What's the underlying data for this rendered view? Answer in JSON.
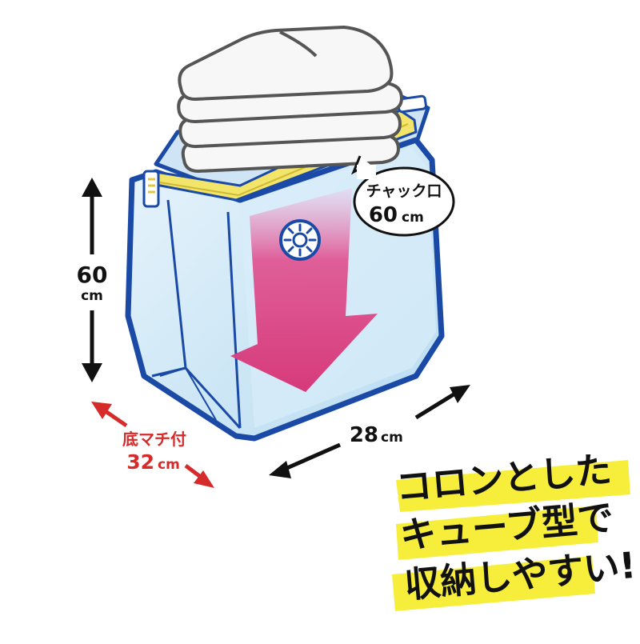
{
  "zipper_label": {
    "line1": "チャック口",
    "value": "60",
    "unit": "cm"
  },
  "height_label": {
    "value": "60",
    "unit": "cm"
  },
  "width_label": {
    "value": "28",
    "unit": "cm"
  },
  "gusset_label": {
    "line1": "底マチ付",
    "value": "32",
    "unit": "cm"
  },
  "tagline": {
    "line1": "コロンとした",
    "line2": "キューブ型で",
    "line3": "収納しやすい!"
  },
  "colors": {
    "bag_outline": "#1a4aa6",
    "bag_fill": "#cfe7f7",
    "arrow": "#d63a7a",
    "zipper": "#f3e46a",
    "highlight": "#f6ee3a",
    "gusset_text": "#d62b2b",
    "text": "#111111"
  },
  "icons": [
    "valve-icon",
    "arrow-down-icon",
    "towel-stack-icon"
  ]
}
